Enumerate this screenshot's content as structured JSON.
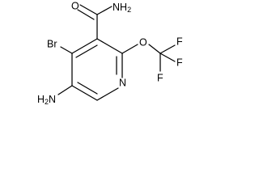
{
  "molecule": {
    "labels": {
      "amide_nitrogen": {
        "main": "NH",
        "sub": "2"
      },
      "carbonyl_oxygen": {
        "main": "O"
      },
      "bromine": {
        "main": "Br"
      },
      "ether_oxygen": {
        "main": "O"
      },
      "fluorine_1": {
        "main": "F"
      },
      "fluorine_2": {
        "main": "F"
      },
      "fluorine_3": {
        "main": "F"
      },
      "ring_nitrogen": {
        "main": "N"
      },
      "amino_nitrogen": {
        "main": "H",
        "sub": "2",
        "tail": "N"
      }
    }
  }
}
